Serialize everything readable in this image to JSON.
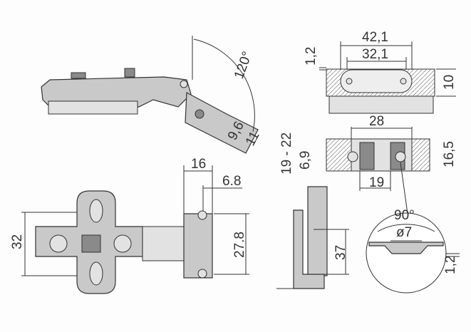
{
  "drawing": {
    "hinge_side": {
      "angle": "120°",
      "d1": "9,6",
      "d2": "11"
    },
    "mount_top": {
      "outer": "42,1",
      "inner": "32,1",
      "thickness": "1,2",
      "height": "10"
    },
    "mount_front": {
      "spacing": "28",
      "range": "19 - 22",
      "offset": "6,9",
      "height": "16,5",
      "depth": "19"
    },
    "plate_top": {
      "width": "16",
      "hole": "6.8",
      "span": "32",
      "height": "27.8"
    },
    "door_side": {
      "height": "37"
    },
    "hole_detail": {
      "angle": "90°",
      "diameter": "ø7",
      "depth": "1,2"
    }
  }
}
